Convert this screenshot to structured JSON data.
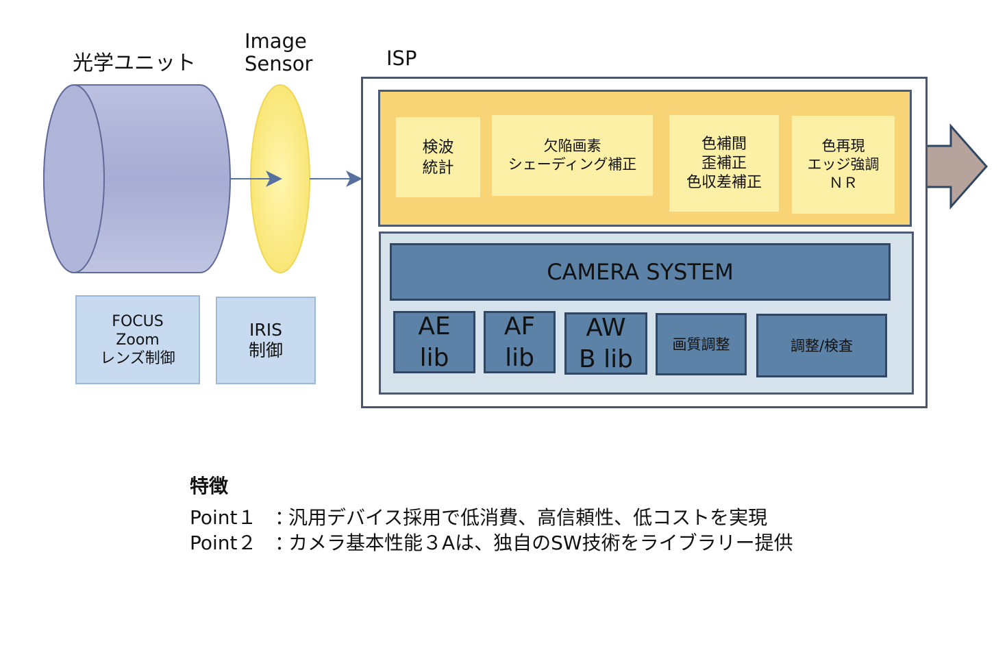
{
  "optics": {
    "lens_title": "光学ユニット",
    "sensor_title": "Image\nSensor"
  },
  "controls": [
    {
      "label": "FOCUS\nZoom\nレンズ制御"
    },
    {
      "label": "IRIS\n制御"
    }
  ],
  "isp": {
    "title": "ISP",
    "processes": [
      {
        "label": "検波\n統計"
      },
      {
        "label": "欠陥画素\nシェーディング補正"
      },
      {
        "label": "色補間\n歪補正\n色収差補正"
      },
      {
        "label": "色再現\nエッジ強調\nＮＲ"
      }
    ],
    "camera_system": "CAMERA SYSTEM",
    "libs": [
      {
        "label": "AE\nlib"
      },
      {
        "label": "AF\nlib"
      },
      {
        "label": "AW\nB lib"
      },
      {
        "label": "画質調整"
      },
      {
        "label": "調整/検査"
      }
    ]
  },
  "features": {
    "title": "特徴",
    "points": [
      {
        "name": "Point１",
        "separator": "：",
        "text": "汎用デバイス採用で低消費、高信頼性、低コストを実現"
      },
      {
        "name": "Point２",
        "separator": "：",
        "text": "カメラ基本性能３Aは、独自のSW技術をライブラリー提供"
      }
    ]
  },
  "colors": {
    "lens_fill": "#a7add4",
    "sensor_fill": "#fbeb8c",
    "isp_yellow": "#f9d476",
    "process_box": "#fcf0a6",
    "isp_lower": "#d6e2eb",
    "lib_box": "#5d82a8",
    "control_box": "#c7daf0",
    "output_arrow": "#b5a39c"
  }
}
